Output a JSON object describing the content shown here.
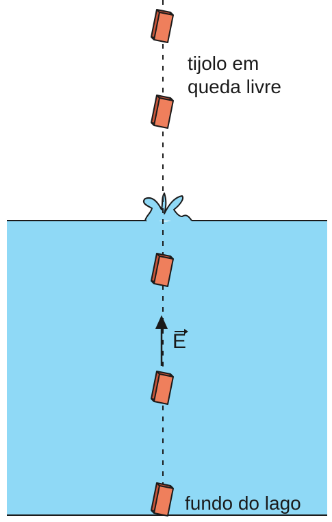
{
  "labels": {
    "falling_line1": "tijolo em",
    "falling_line2": "queda livre",
    "lake_bottom": "fundo do lago",
    "force_symbol": "E"
  },
  "colors": {
    "water": "#8fd9f6",
    "brick_face": "#ef7f5c",
    "brick_side": "#c8553a",
    "outline": "#1a1a1a"
  },
  "icons": {
    "brick": "brick-icon",
    "splash": "water-splash-icon",
    "force_arrow": "upward-arrow-icon"
  }
}
